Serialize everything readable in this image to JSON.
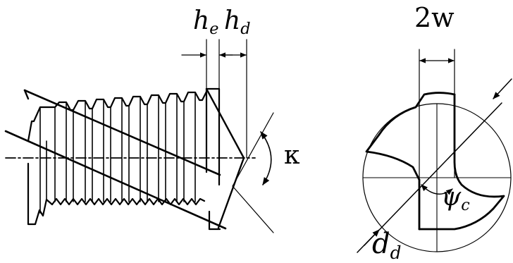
{
  "labels": {
    "he_main": "h",
    "he_sub": "e",
    "hd_main": "h",
    "hd_sub": "d",
    "kappa": "κ",
    "two_w": "2w",
    "psi_main": "ψ",
    "psi_sub": "c",
    "dd_main": "d",
    "dd_sub": "d"
  },
  "colors": {
    "stroke": "#000000",
    "background": "#ffffff"
  }
}
